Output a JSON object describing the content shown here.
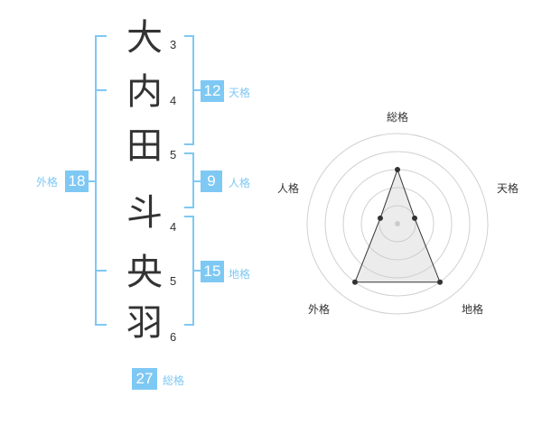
{
  "name": {
    "characters": [
      {
        "char": "大",
        "strokes": "3"
      },
      {
        "char": "内",
        "strokes": "4"
      },
      {
        "char": "田",
        "strokes": "5"
      },
      {
        "char": "斗",
        "strokes": "4"
      },
      {
        "char": "央",
        "strokes": "5"
      },
      {
        "char": "羽",
        "strokes": "6"
      }
    ]
  },
  "kaku": {
    "tenkaku": {
      "value": "12",
      "label": "天格"
    },
    "jinkaku": {
      "value": "9",
      "label": "人格"
    },
    "chikaku": {
      "value": "15",
      "label": "地格"
    },
    "gaikaku": {
      "value": "18",
      "label": "外格"
    },
    "soukaku": {
      "value": "27",
      "label": "総格"
    }
  },
  "colors": {
    "accent": "#7ec8f4",
    "text": "#333333",
    "grid": "#d0d0d0"
  },
  "chart_data": {
    "type": "radar",
    "axes": [
      "総格",
      "天格",
      "地格",
      "外格",
      "人格"
    ],
    "values": [
      3,
      1,
      4,
      4,
      1
    ],
    "rmax": 5,
    "rings": 5
  }
}
